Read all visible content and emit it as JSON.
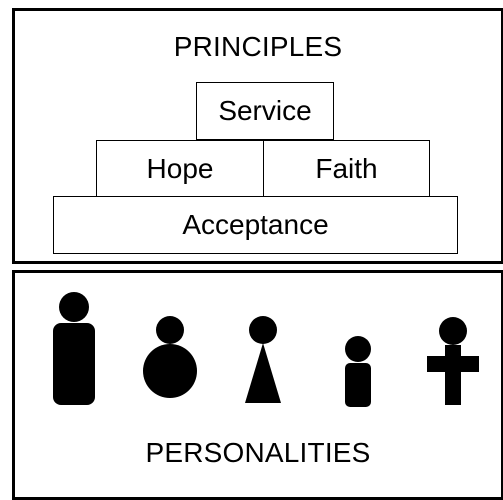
{
  "principles": {
    "title": "PRINCIPLES",
    "blocks": {
      "service": "Service",
      "hope": "Hope",
      "faith": "Faith",
      "acceptance": "Acceptance"
    }
  },
  "personalities": {
    "title": "PERSONALITIES",
    "figures": [
      "tall-figure-icon",
      "round-figure-icon",
      "triangle-figure-icon",
      "small-figure-icon",
      "cross-figure-icon"
    ]
  },
  "colors": {
    "ink": "#000000",
    "background": "#ffffff"
  }
}
